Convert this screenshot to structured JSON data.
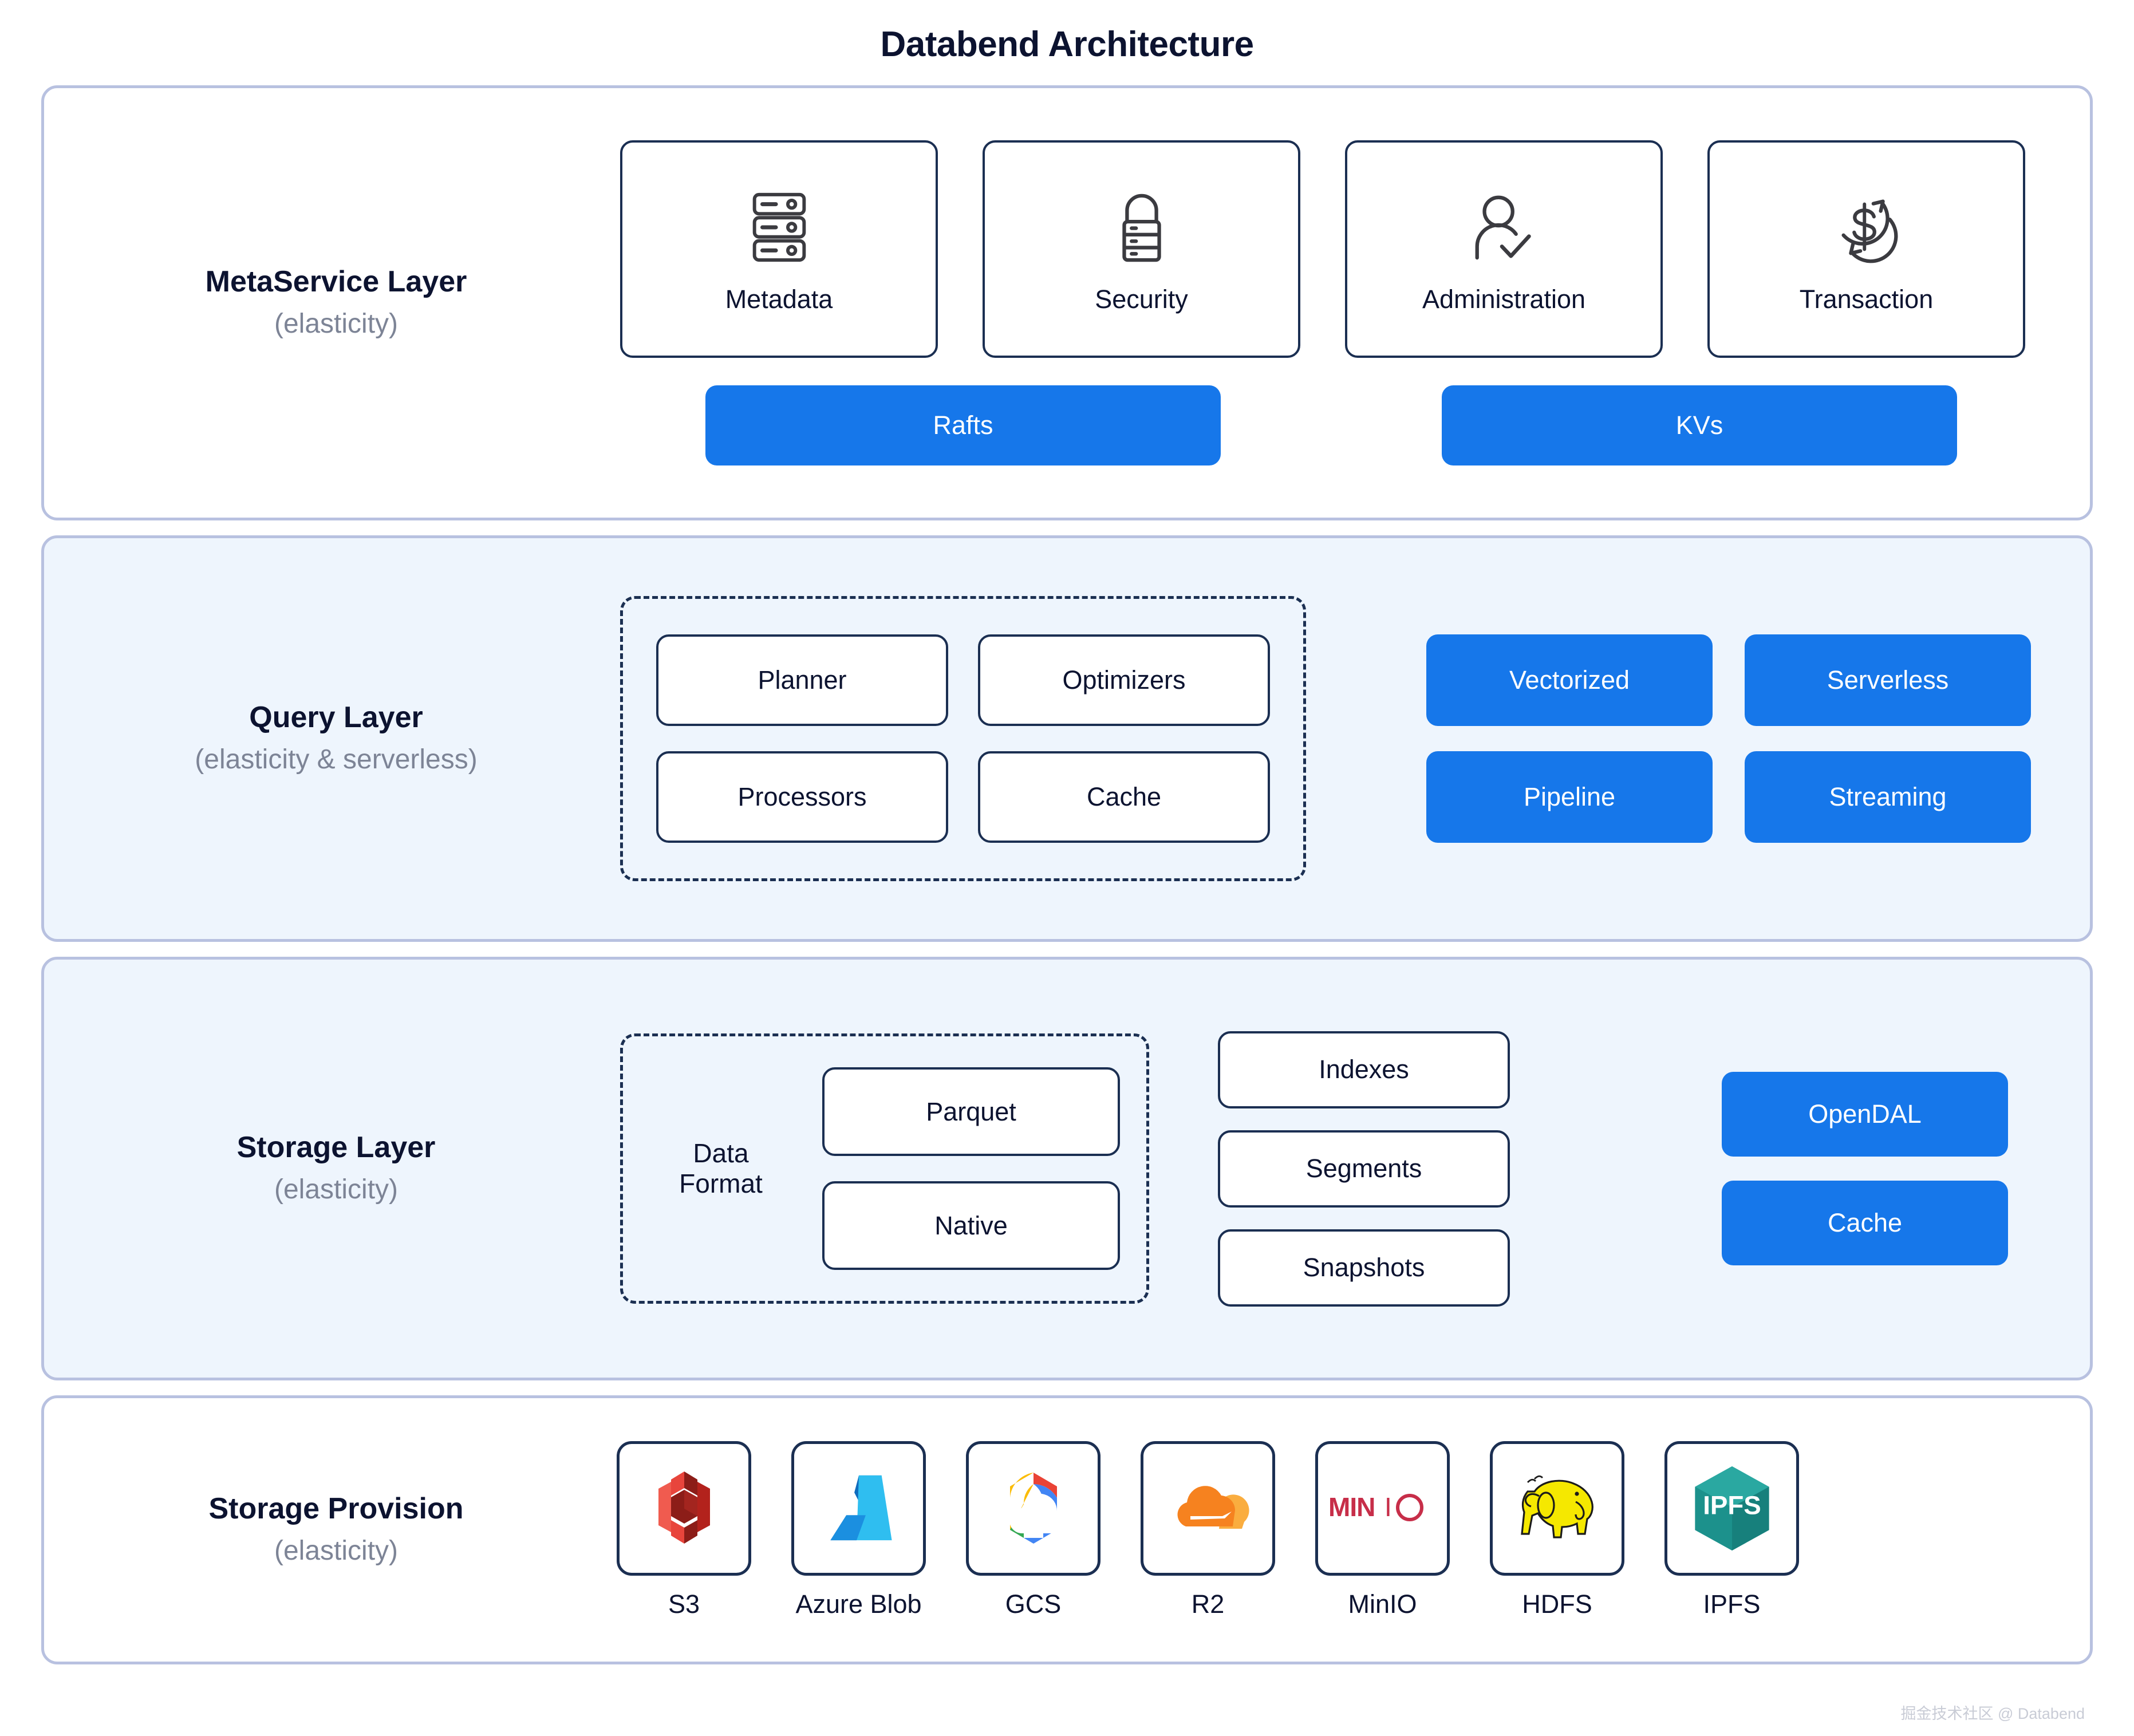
{
  "title": "Databend Architecture",
  "colors": {
    "accent_blue": "#1677ea",
    "card_border": "#1b2f52",
    "panel_border": "#b8c1e0",
    "panel_tint": "#eef5fd",
    "heading": "#0c1330",
    "subtitle_gray": "#7d8496"
  },
  "layers": [
    {
      "name": "MetaService Layer",
      "sub": "(elasticity)",
      "cards": [
        {
          "label": "Metadata",
          "icon": "database-stack-icon"
        },
        {
          "label": "Security",
          "icon": "lock-icon"
        },
        {
          "label": "Administration",
          "icon": "user-check-icon"
        },
        {
          "label": "Transaction",
          "icon": "dollar-refresh-icon"
        }
      ],
      "buttons": [
        {
          "label": "Rafts"
        },
        {
          "label": "KVs"
        }
      ]
    },
    {
      "name": "Query Layer",
      "sub": "(elasticity & serverless)",
      "grouped_cards": [
        "Planner",
        "Optimizers",
        "Processors",
        "Cache"
      ],
      "buttons": [
        "Vectorized",
        "Serverless",
        "Pipeline",
        "Streaming"
      ]
    },
    {
      "name": "Storage Layer",
      "sub": "(elasticity)",
      "data_format_label": "Data\nFormat",
      "data_format_label_line1": "Data",
      "data_format_label_line2": "Format",
      "formats": [
        "Parquet",
        "Native"
      ],
      "objects": [
        "Indexes",
        "Segments",
        "Snapshots"
      ],
      "buttons": [
        "OpenDAL",
        "Cache"
      ]
    },
    {
      "name": "Storage Provision",
      "sub": "(elasticity)",
      "providers": [
        {
          "label": "S3",
          "icon": "aws-s3-logo"
        },
        {
          "label": "Azure Blob",
          "icon": "azure-logo"
        },
        {
          "label": "GCS",
          "icon": "google-cloud-logo"
        },
        {
          "label": "R2",
          "icon": "cloudflare-logo"
        },
        {
          "label": "MinIO",
          "icon": "minio-logo"
        },
        {
          "label": "HDFS",
          "icon": "hadoop-elephant-logo"
        },
        {
          "label": "IPFS",
          "icon": "ipfs-cube-logo"
        }
      ]
    }
  ],
  "watermark": "掘金技术社区 @ Databend"
}
